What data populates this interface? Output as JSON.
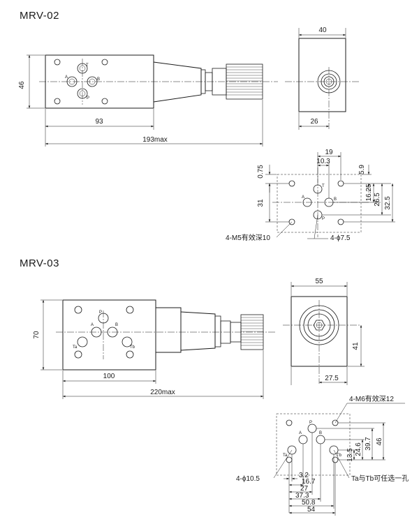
{
  "mrv02": {
    "title": "MRV-02",
    "front": {
      "height": "46",
      "width": "93",
      "total": "193max",
      "ports": {
        "A": "A",
        "B": "B",
        "T": "T",
        "P": "P"
      }
    },
    "side": {
      "width": "40",
      "center": "26"
    },
    "pattern": {
      "dim_19": "19",
      "dim_10_3": "10.3",
      "dim_0_75": "0.75",
      "dim_5_9": "5.9",
      "dim_16_25": "16.25",
      "dim_26_5": "26.5",
      "dim_32_5": "32.5",
      "dim_31": "31",
      "bolt_note": "4-M5有效深10",
      "port_note": "4-ϕ7.5",
      "ports": {
        "A": "A",
        "B": "B",
        "T": "T",
        "P": "P"
      }
    }
  },
  "mrv03": {
    "title": "MRV-03",
    "front": {
      "height": "70",
      "width": "100",
      "total": "220max",
      "ports": {
        "P": "P",
        "A": "A",
        "B": "B",
        "Ta": "Ta",
        "Tb": "Tb"
      }
    },
    "side": {
      "width": "55",
      "height": "41",
      "center": "27.5"
    },
    "pattern": {
      "bolt_note": "4-M6有效深12",
      "port_note": "4-ϕ10.5",
      "ta_tb_note": "Ta与Tb可任选一孔",
      "dim_13_5": "13.5",
      "dim_24_6": "24.6",
      "dim_39_7": "39.7",
      "dim_46": "46",
      "dim_3_2": "3.2",
      "dim_16_7": "16.7",
      "dim_27": "27",
      "dim_37_3": "37.3",
      "dim_50_8": "50.8",
      "dim_54": "54",
      "ports": {
        "P": "P",
        "A": "A",
        "B": "B",
        "Ta": "Ta",
        "Tb": "Tb"
      }
    }
  }
}
